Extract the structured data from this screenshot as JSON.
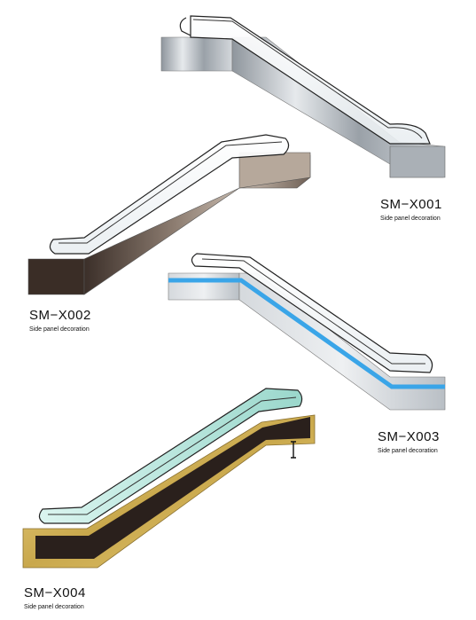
{
  "models": [
    {
      "code": "SM−X001",
      "caption": "Side panel decoration",
      "finish": "stainless steel",
      "panel_color": "#b9bec4"
    },
    {
      "code": "SM−X002",
      "caption": "Side panel decoration",
      "finish": "bronze",
      "panel_color": "#7a6a5e"
    },
    {
      "code": "SM−X003",
      "caption": "Side panel decoration",
      "finish": "steel with blue light strip",
      "panel_color": "#c9cfd4",
      "accent_color": "#3aa5e8"
    },
    {
      "code": "SM−X004",
      "caption": "Side panel decoration",
      "finish": "black panel with gold trim",
      "panel_color": "#2a201c",
      "accent_color": "#c9a84c"
    }
  ],
  "cursor_icon": "text-cursor-icon"
}
